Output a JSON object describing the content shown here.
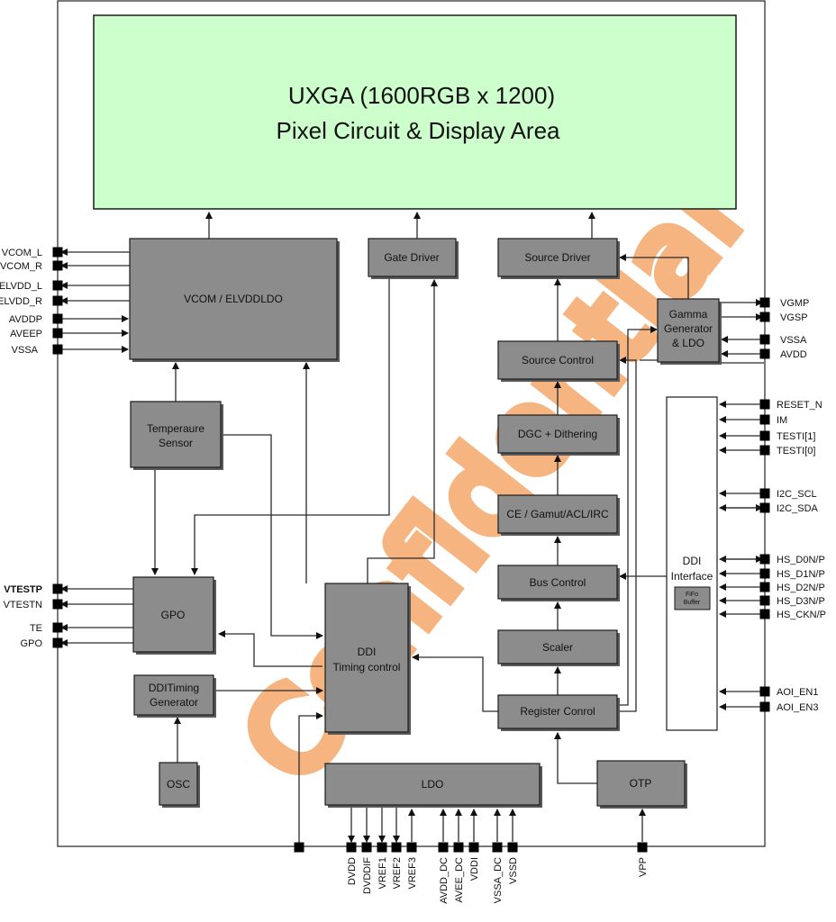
{
  "display": {
    "line1": "UXGA (1600RGB x 1200)",
    "line2": "Pixel Circuit & Display Area",
    "fill": "#ccffcc"
  },
  "watermark": "Confidential",
  "blocks": {
    "vcom_ldo": "VCOM / ELVDDLDO",
    "gate_driver": "Gate Driver",
    "source_driver": "Source Driver",
    "gamma_1": "Gamma",
    "gamma_2": "Generator",
    "gamma_3": "& LDO",
    "temp_1": "Temperaure",
    "temp_2": "Sensor",
    "source_control": "Source Control",
    "dgc": "DGC + Dithering",
    "ce": "CE / Gamut/ACL/IRC",
    "bus_control": "Bus Control",
    "gpo": "GPO",
    "ddi_tc_1": "DDI",
    "ddi_tc_2": "Timing control",
    "scaler": "Scaler",
    "ddi_tg_1": "DDITiming",
    "ddi_tg_2": "Generator",
    "register_control": "Register Conrol",
    "osc": "OSC",
    "ldo": "LDO",
    "otp": "OTP",
    "ddi_if_1": "DDI",
    "ddi_if_2": "Interface",
    "fifo_1": "FiFo",
    "fifo_2": "Buffer"
  },
  "pins_left": [
    "VCOM_L",
    "VCOM_R",
    "ELVDD_L",
    "ELVDD_R",
    "AVDDP",
    "AVEEP",
    "VSSA",
    "VTESTP",
    "VTESTN",
    "TE",
    "GPO"
  ],
  "pins_right": [
    "VGMP",
    "VGSP",
    "VSSA",
    "AVDD",
    "RESET_N",
    "IM",
    "TESTI[1]",
    "TESTI[0]",
    "I2C_SCL",
    "I2C_SDA",
    "HS_D0N/P",
    "HS_D1N/P",
    "HS_D2N/P",
    "HS_D3N/P",
    "HS_CKN/P",
    "AOI_EN1",
    "AOI_EN3"
  ],
  "pins_bottom": [
    "DVDD",
    "DVDDIF",
    "VREF1",
    "VREF2",
    "VREF3",
    "AVDD_DC",
    "AVEE_DC",
    "VDDI",
    "VSSA_DC",
    "VSSD",
    "VPP"
  ],
  "colors": {
    "block_fill": "#8c8c8c",
    "watermark": "#f5a76a",
    "display_area": "#ccffcc"
  }
}
